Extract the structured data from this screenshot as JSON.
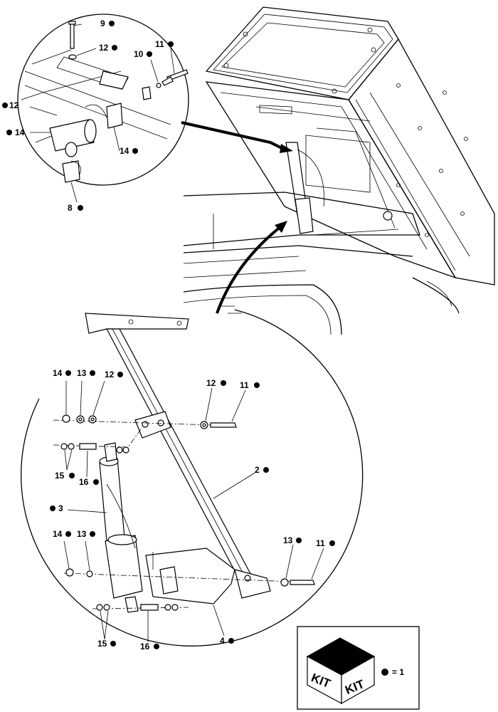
{
  "callouts": [
    {
      "id": "c9",
      "text": "9"
    },
    {
      "id": "c12a",
      "text": "12"
    },
    {
      "id": "c10",
      "text": "10"
    },
    {
      "id": "c11a",
      "text": "11"
    },
    {
      "id": "c12b",
      "text": "12"
    },
    {
      "id": "c14a",
      "text": "14"
    },
    {
      "id": "c14b",
      "text": "14"
    },
    {
      "id": "c8",
      "text": "8"
    },
    {
      "id": "c14c",
      "text": "14"
    },
    {
      "id": "c13a",
      "text": "13"
    },
    {
      "id": "c12c",
      "text": "12"
    },
    {
      "id": "c12d",
      "text": "12"
    },
    {
      "id": "c11b",
      "text": "11"
    },
    {
      "id": "c15a",
      "text": "15"
    },
    {
      "id": "c16a",
      "text": "16"
    },
    {
      "id": "c2",
      "text": "2"
    },
    {
      "id": "c3",
      "text": "3"
    },
    {
      "id": "c14d",
      "text": "14"
    },
    {
      "id": "c13b",
      "text": "13"
    },
    {
      "id": "c13c",
      "text": "13"
    },
    {
      "id": "c11c",
      "text": "11"
    },
    {
      "id": "c15b",
      "text": "15"
    },
    {
      "id": "c16b",
      "text": "16"
    },
    {
      "id": "c4",
      "text": "4"
    }
  ],
  "legend": {
    "kit_left": "KIT",
    "kit_right": "KIT",
    "equals_text": "= 1"
  }
}
